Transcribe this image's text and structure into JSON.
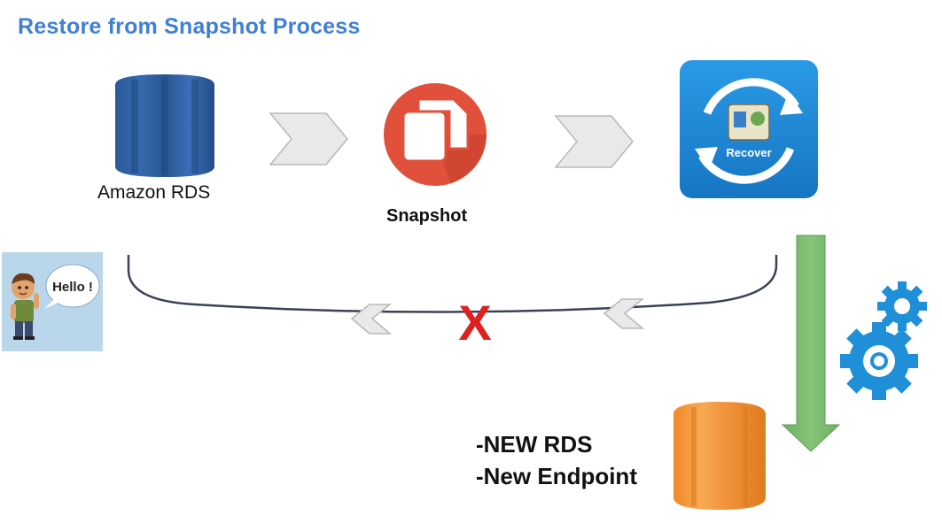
{
  "title": "Restore from Snapshot Process",
  "nodes": {
    "source": {
      "label": "Amazon RDS",
      "color": "#2e5fa3"
    },
    "snapshot": {
      "label": "Snapshot",
      "color": "#e0503a"
    },
    "recover": {
      "label": "Recover",
      "color": "#1e88d8"
    },
    "target": {
      "color": "#f39a3c"
    }
  },
  "speech_bubble": {
    "text": "Hello !"
  },
  "blocked_path_marker": "X",
  "result": {
    "line1": "-NEW RDS",
    "line2": "-New Endpoint"
  },
  "colors": {
    "title": "#3f7fd6",
    "blocked": "#e02020",
    "down_arrow": "#79bb6f",
    "gears": "#1f8fd8"
  }
}
